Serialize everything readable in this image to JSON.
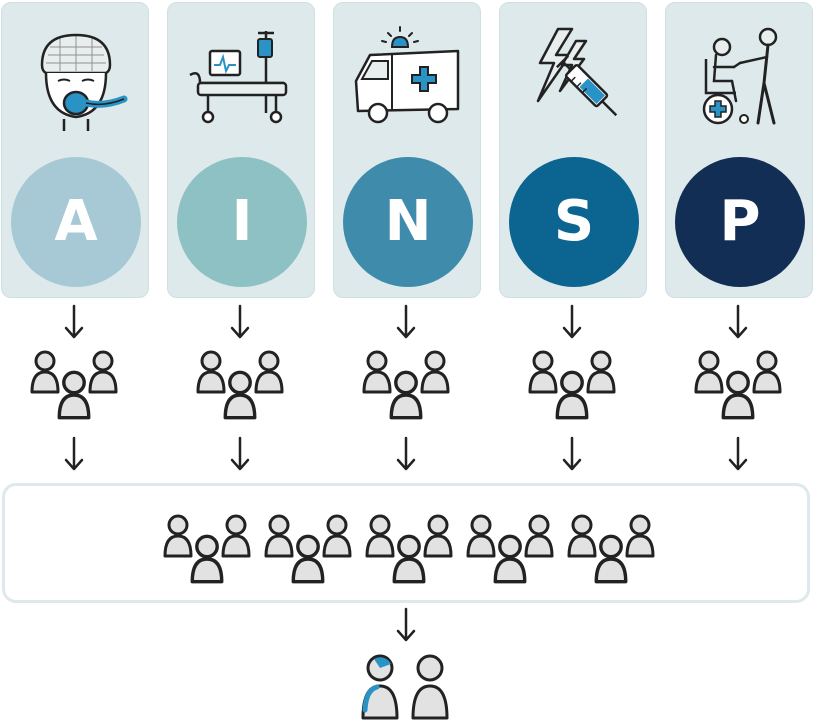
{
  "colors": {
    "card_bg": "#dde9ea",
    "A": "#a7c9d6",
    "I": "#8dc1c3",
    "N": "#3f8bab",
    "S": "#0b6590",
    "P": "#132e54",
    "accent": "#2a93c6",
    "outline": "#222222",
    "person_fill": "#e2e2e2"
  },
  "categories": [
    {
      "letter": "A",
      "icon": "anesthesia-mask-icon"
    },
    {
      "letter": "I",
      "icon": "hospital-bed-iv-icon"
    },
    {
      "letter": "N",
      "icon": "ambulance-icon"
    },
    {
      "letter": "S",
      "icon": "lightning-syringe-icon"
    },
    {
      "letter": "P",
      "icon": "wheelchair-caregiver-icon"
    }
  ],
  "groups_per_category": 1,
  "pooled_groups": 5,
  "final_people": 2
}
